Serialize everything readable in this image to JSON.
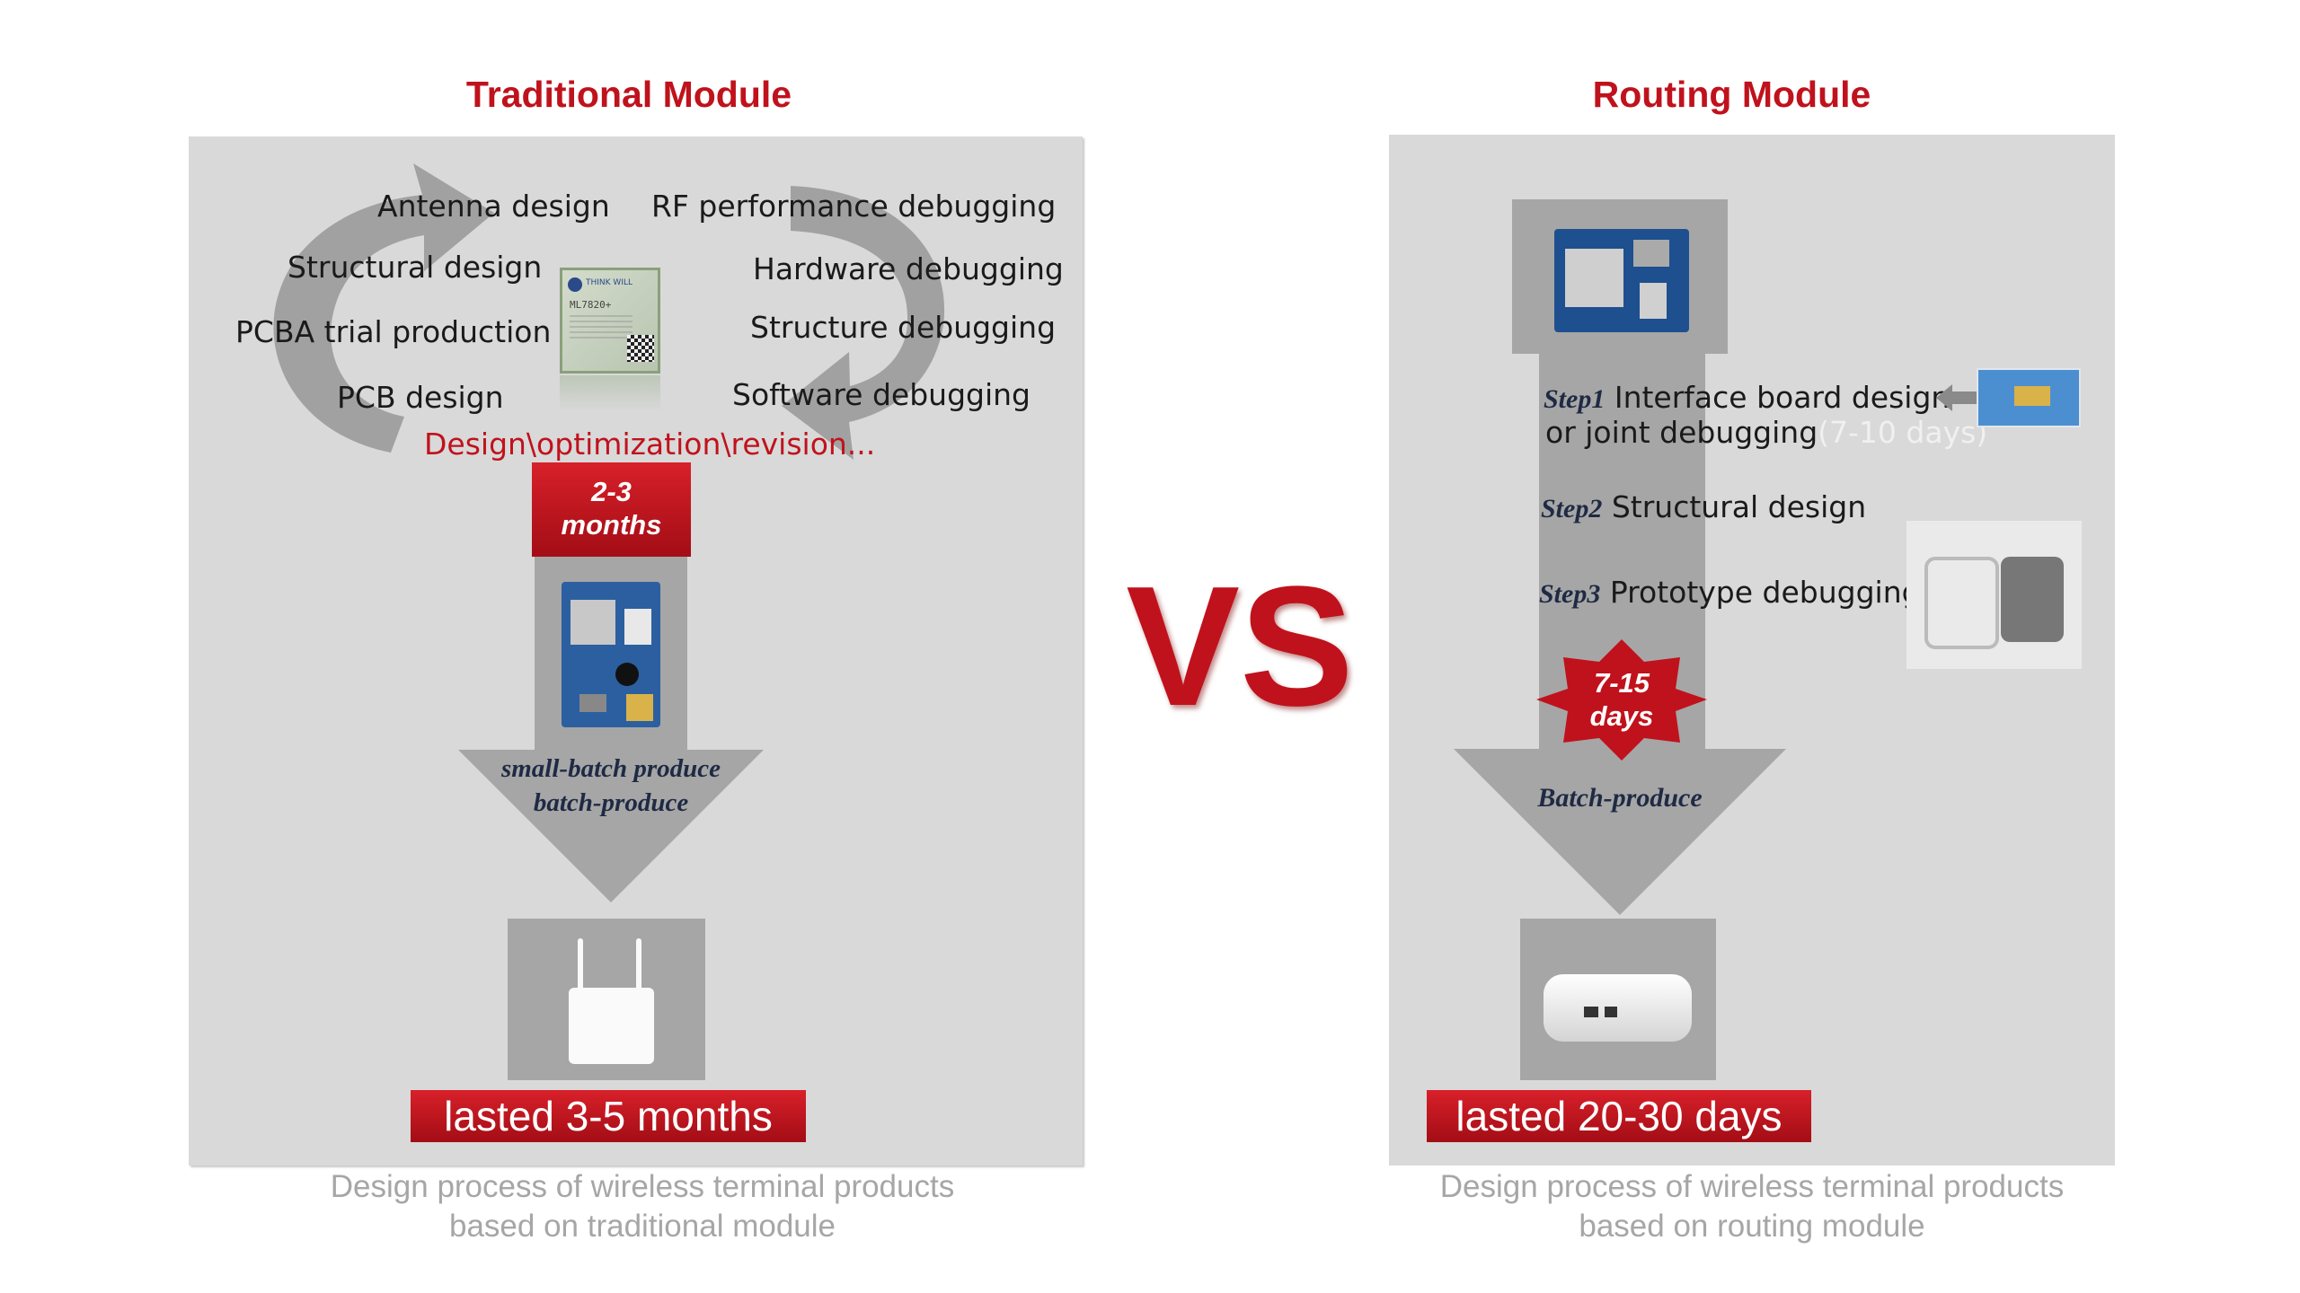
{
  "left": {
    "title": "Traditional Module",
    "cycle_items": {
      "antenna": "Antenna design",
      "structural": "Structural design",
      "pcba": "PCBA trial production",
      "pcb": "PCB design",
      "rf": "RF performance debugging",
      "hardware": "Hardware debugging",
      "structure_dbg": "Structure debugging",
      "software": "Software debugging"
    },
    "optimization": "Design\\optimization\\revision...",
    "badge": "2-3\nmonths",
    "produce_line1": "small-batch produce",
    "produce_line2": "batch-produce",
    "lasted": "lasted 3-5 months",
    "caption_line1": "Design process of wireless terminal products",
    "caption_line2": "based on traditional module",
    "chip_brand": "THINK WILL",
    "chip_model": "ML7820+"
  },
  "vs": "VS",
  "right": {
    "title": "Routing Module",
    "step1_label": "Step1",
    "step1_text": "Interface board design",
    "step1_text2": "or joint debugging",
    "step1_duration": "(7-10 days)",
    "step2_label": "Step2",
    "step2_text": "Structural design",
    "step3_label": "Step3",
    "step3_text": "Prototype debugging",
    "badge": "7-15\ndays",
    "produce": "Batch-produce",
    "lasted": "lasted 20-30 days",
    "caption_line1": "Design process of wireless terminal products",
    "caption_line2": "based on routing module"
  },
  "colors": {
    "accent": "#c0121c",
    "panel": "#d9d9d9",
    "arrow": "#a6a6a6",
    "caption": "#a6a6a6"
  }
}
